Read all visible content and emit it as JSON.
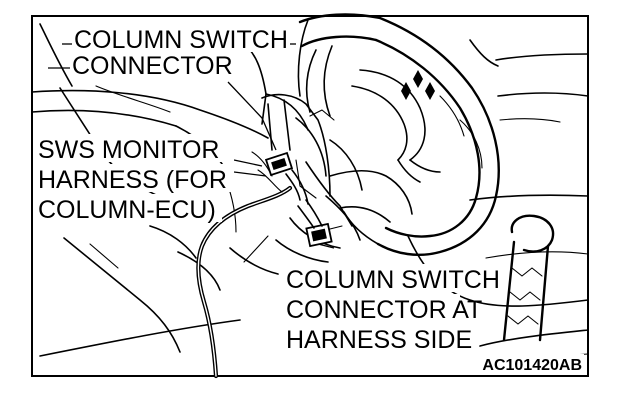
{
  "labels": {
    "column_switch_connector_line1": "COLUMN SWITCH",
    "column_switch_connector_line2": "CONNECTOR",
    "sws_monitor_line1": "SWS MONITOR",
    "sws_monitor_line2": "HARNESS (FOR",
    "sws_monitor_line3": "COLUMN-ECU)",
    "harness_side_line1": "COLUMN SWITCH",
    "harness_side_line2": "CONNECTOR AT",
    "harness_side_line3": "HARNESS SIDE"
  },
  "figure_code": "AC101420AB"
}
